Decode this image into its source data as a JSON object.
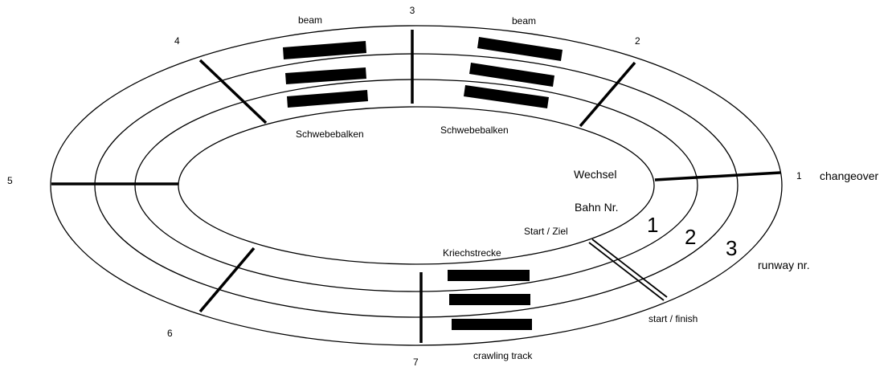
{
  "diagram": {
    "labels": {
      "beam_left": "beam",
      "beam_right": "beam",
      "schwebe_left": "Schwebebalken",
      "schwebe_right": "Schwebebalken",
      "wechsel": "Wechsel",
      "bahn_nr": "Bahn Nr.",
      "start_ziel": "Start / Ziel",
      "kriechstrecke": "Kriechstrecke",
      "changeover": "changeover",
      "runway_nr": "runway nr.",
      "start_finish": "start / finish",
      "crawling_track": "crawling track"
    },
    "sections": [
      "1",
      "2",
      "3",
      "4",
      "5",
      "6",
      "7"
    ],
    "lanes": [
      "1",
      "2",
      "3"
    ],
    "colors": {
      "line": "#000000",
      "background": "#ffffff"
    }
  }
}
